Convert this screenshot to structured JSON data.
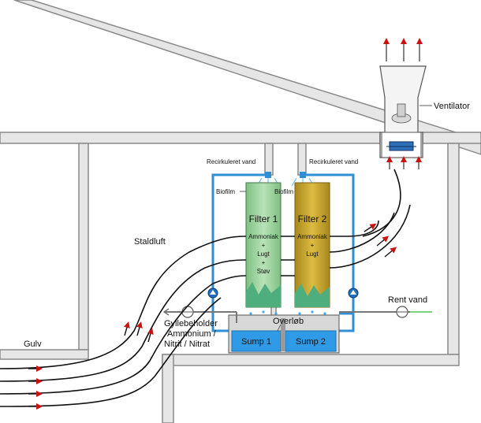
{
  "labels": {
    "ventilator": "Ventilator",
    "recirc_left": "Recirkuleret vand",
    "recirc_right": "Recirkuleret vand",
    "biofilm_left": "Biofilm",
    "biofilm_right": "Biofilm",
    "filter1": "Filter 1",
    "filter2": "Filter 2",
    "staldluft": "Staldluft",
    "overlob": "Overløb",
    "sump1": "Sump 1",
    "sump2": "Sump 2",
    "rent_vand": "Rent vand",
    "gylle_1": "Gyllebeholder",
    "gylle_2": "Ammonium /",
    "gylle_3": "Nitrit / Nitrat",
    "gulv": "Gulv"
  },
  "filter1_lines": [
    "Ammoniak",
    "+",
    "Lugt",
    "+",
    "Støv"
  ],
  "filter2_lines": [
    "Ammoniak",
    "+",
    "Lugt"
  ],
  "colors": {
    "filter1": "#9fd3a0",
    "filter2": "#c9a92a",
    "water": "#2f8fd4",
    "sump": "#2f9be6",
    "arrow": "#cc1111",
    "wall": "#9a9a9a",
    "wall_fill": "#e6e6e6"
  },
  "icons": [
    "fan-icon",
    "pump-icon",
    "valve-icon",
    "spray-nozzle-icon",
    "flow-arrow-icon"
  ]
}
